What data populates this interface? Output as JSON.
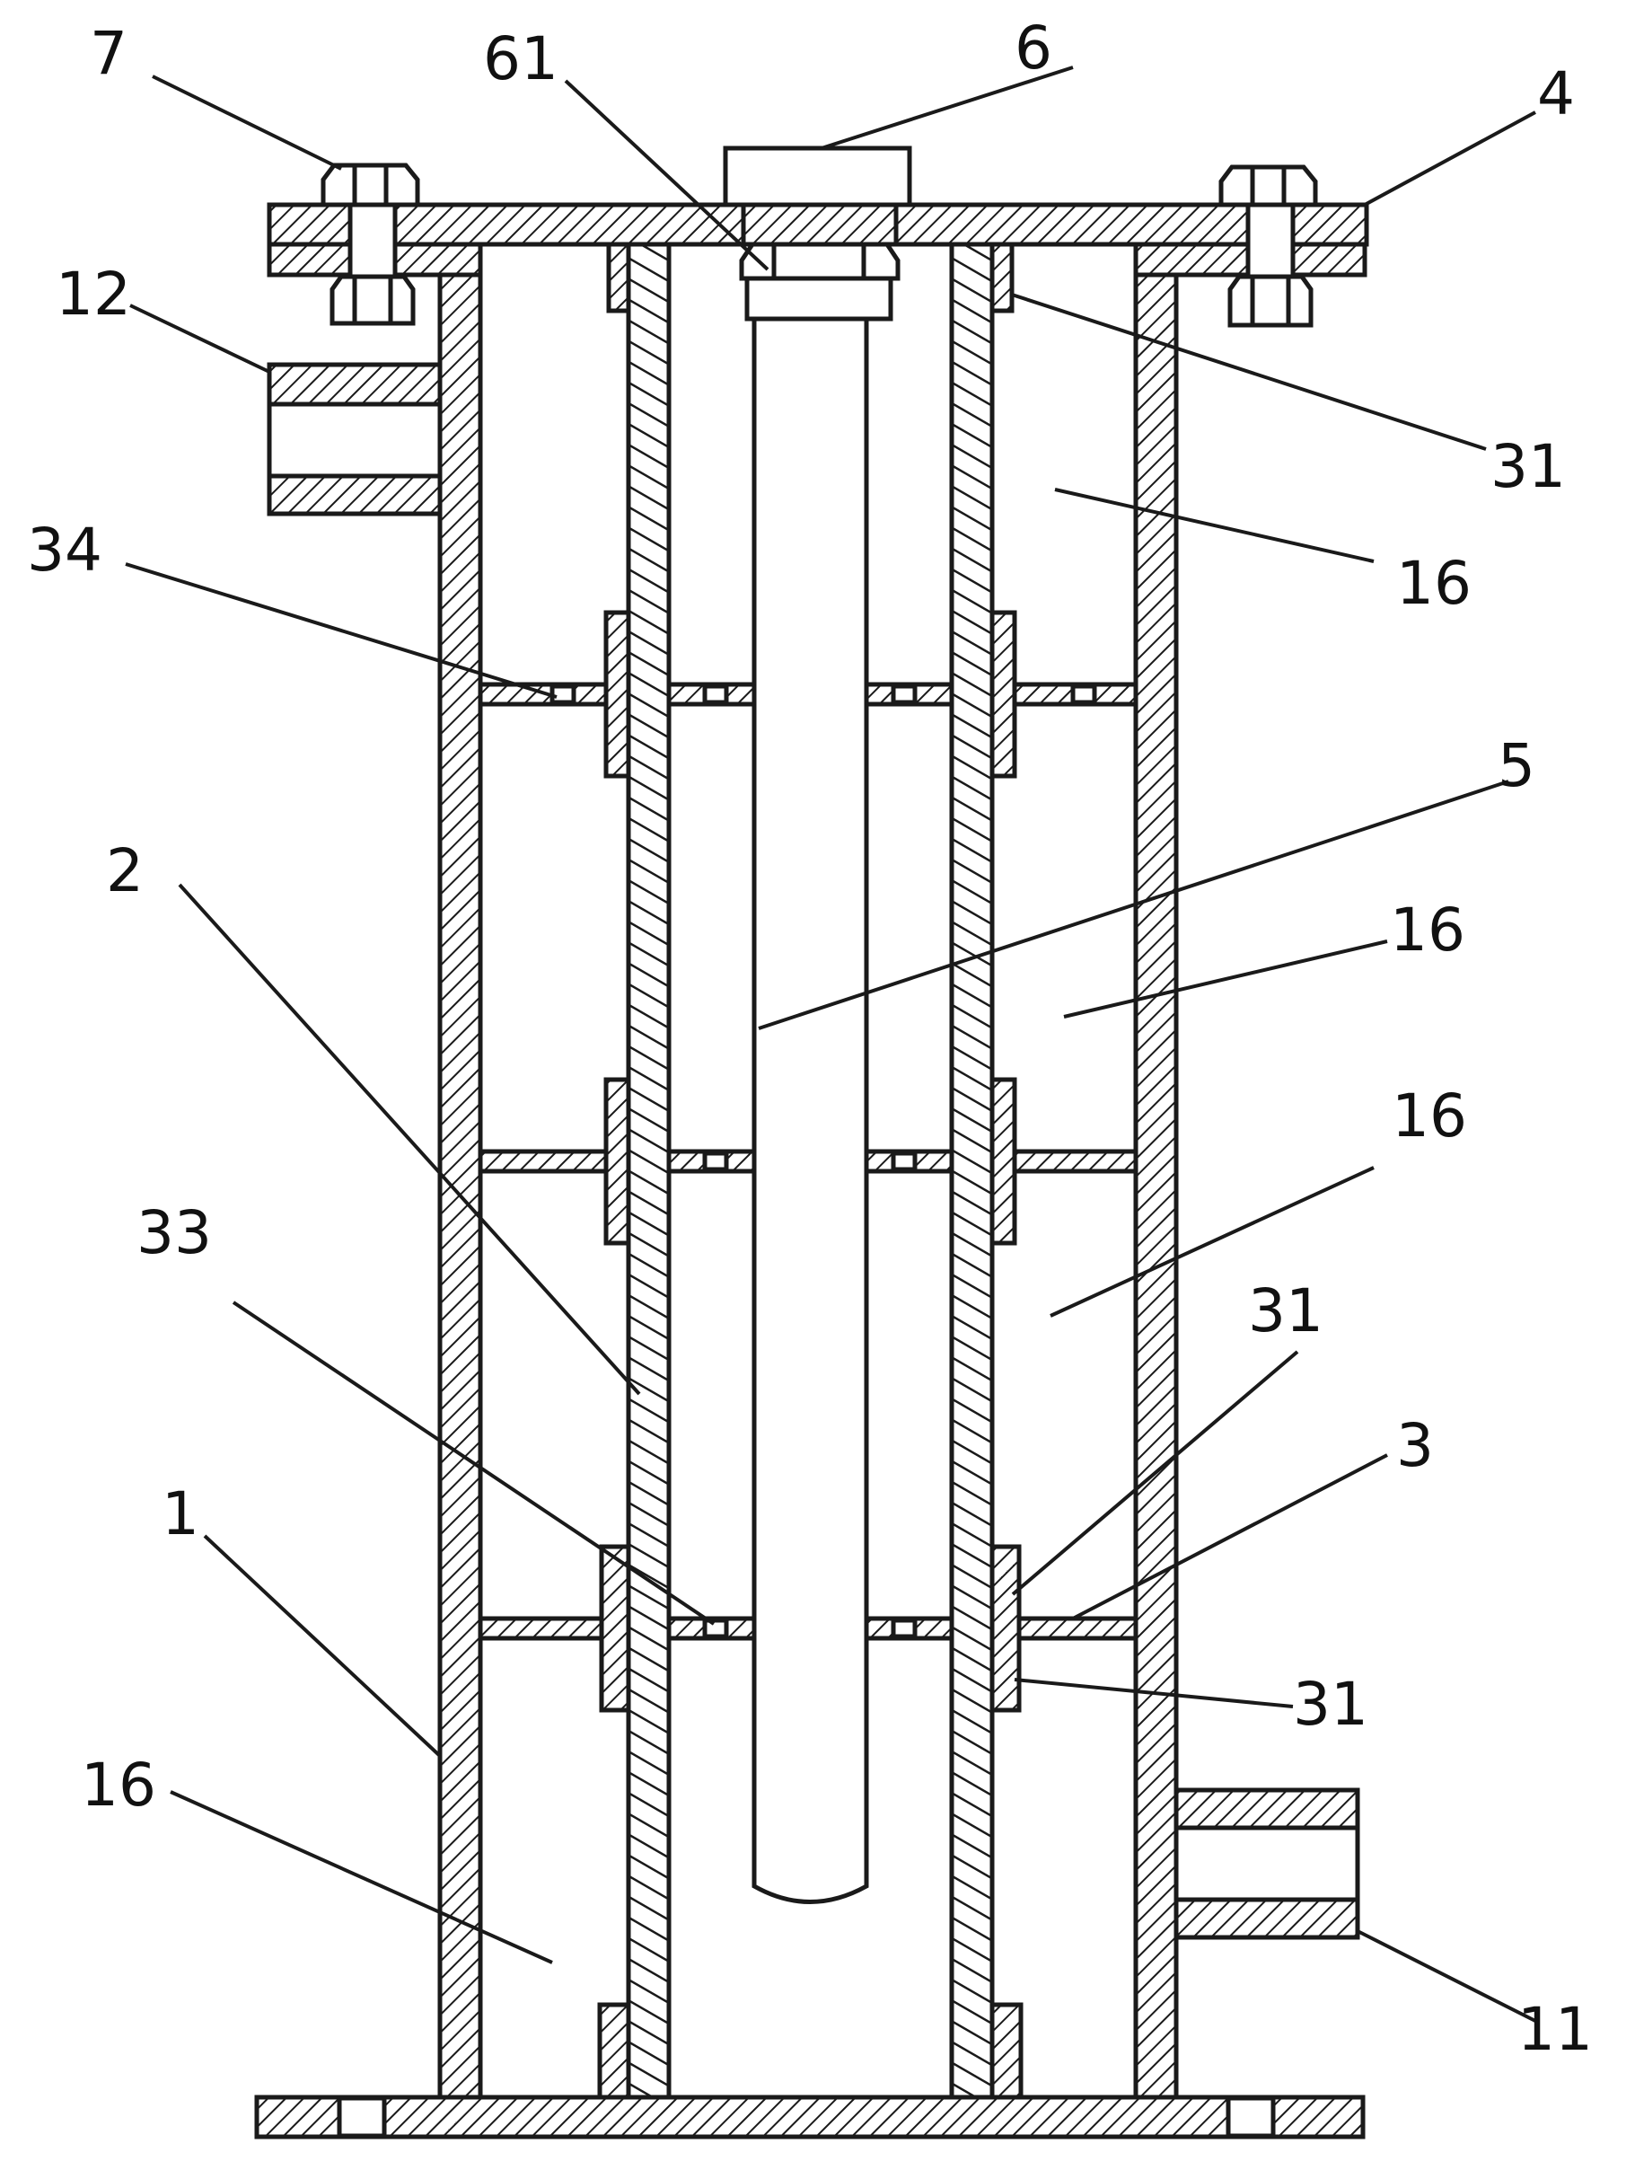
{
  "colors": {
    "line": "#1a1a1a",
    "hatch": "#1a1a1a",
    "background": "#ffffff"
  },
  "callouts": [
    {
      "id": "c7",
      "text": "7"
    },
    {
      "id": "c61",
      "text": "61"
    },
    {
      "id": "c6",
      "text": "6"
    },
    {
      "id": "c4",
      "text": "4"
    },
    {
      "id": "c12",
      "text": "12"
    },
    {
      "id": "c31a",
      "text": "31"
    },
    {
      "id": "c16a",
      "text": "16"
    },
    {
      "id": "c34",
      "text": "34"
    },
    {
      "id": "c5",
      "text": "5"
    },
    {
      "id": "c2",
      "text": "2"
    },
    {
      "id": "c16b",
      "text": "16"
    },
    {
      "id": "c16c",
      "text": "16"
    },
    {
      "id": "c33",
      "text": "33"
    },
    {
      "id": "c31b",
      "text": "31"
    },
    {
      "id": "c3",
      "text": "3"
    },
    {
      "id": "c1",
      "text": "1"
    },
    {
      "id": "c31c",
      "text": "31"
    },
    {
      "id": "c16d",
      "text": "16"
    },
    {
      "id": "c11",
      "text": "11"
    }
  ]
}
